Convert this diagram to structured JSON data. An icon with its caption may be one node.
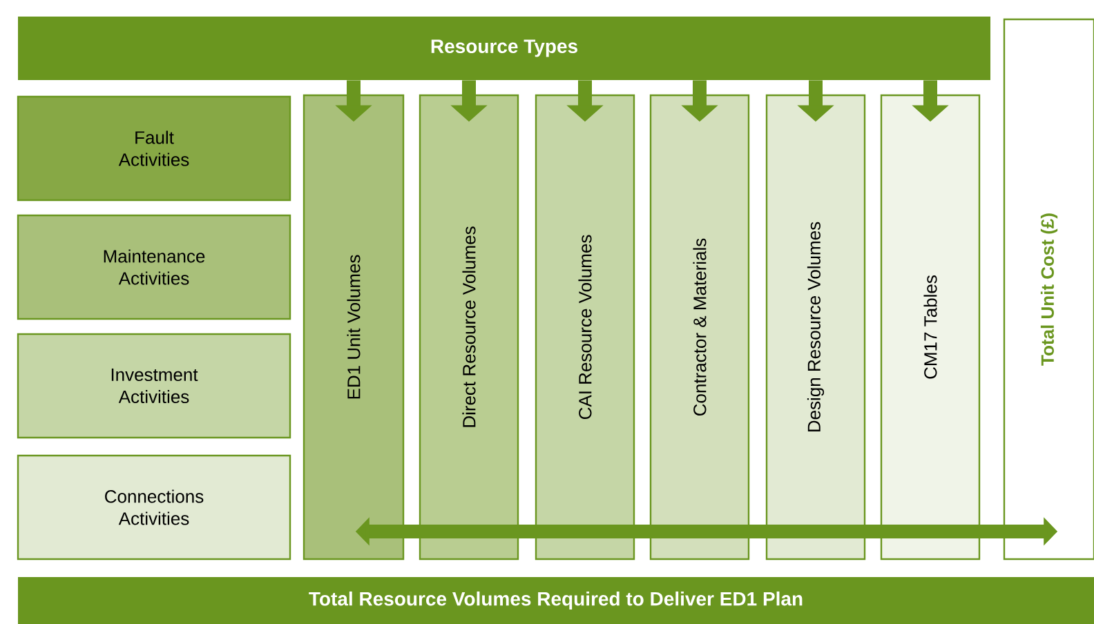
{
  "diagram": {
    "nodes": [
      {
        "text": [
          "Resource Types"
        ]
      },
      {
        "text": [
          "Fault Activities"
        ]
      },
      {
        "text": [
          "Maintenance Activities"
        ]
      },
      {
        "text": [
          "Investment Activities"
        ]
      },
      {
        "text": [
          "Connections Activities"
        ]
      },
      {
        "text": [
          "ED1 Unit Volumes"
        ]
      },
      {
        "text": [
          "Direct Resource Volumes"
        ]
      },
      {
        "text": [
          "CAI Resource Volumes"
        ]
      },
      {
        "text": [
          "Contractor & Materials"
        ]
      },
      {
        "text": [
          "Design Resource Volumes"
        ]
      },
      {
        "text": [
          "CM17 Tables"
        ]
      },
      {
        "text": [
          "Total Unit Cost (£)"
        ]
      },
      {
        "text": [
          "Total Resource Volumes Required to Deliver ED1 Plan"
        ]
      }
    ],
    "edges": [
      {
        "from": 0,
        "to": 5,
        "arrow": "to"
      },
      {
        "from": 0,
        "to": 6,
        "arrow": "to"
      },
      {
        "from": 0,
        "to": 7,
        "arrow": "to"
      },
      {
        "from": 0,
        "to": 8,
        "arrow": "to"
      },
      {
        "from": 0,
        "to": 9,
        "arrow": "to"
      },
      {
        "from": 0,
        "to": 10,
        "arrow": "to"
      },
      {
        "from": 5,
        "to": 11,
        "arrow": "both"
      },
      {
        "from": 6,
        "to": 11,
        "arrow": "both"
      },
      {
        "from": 7,
        "to": 11,
        "arrow": "both"
      },
      {
        "from": 8,
        "to": 11,
        "arrow": "both"
      },
      {
        "from": 9,
        "to": 11,
        "arrow": "both"
      },
      {
        "from": 10,
        "to": 11,
        "arrow": "both"
      }
    ]
  }
}
